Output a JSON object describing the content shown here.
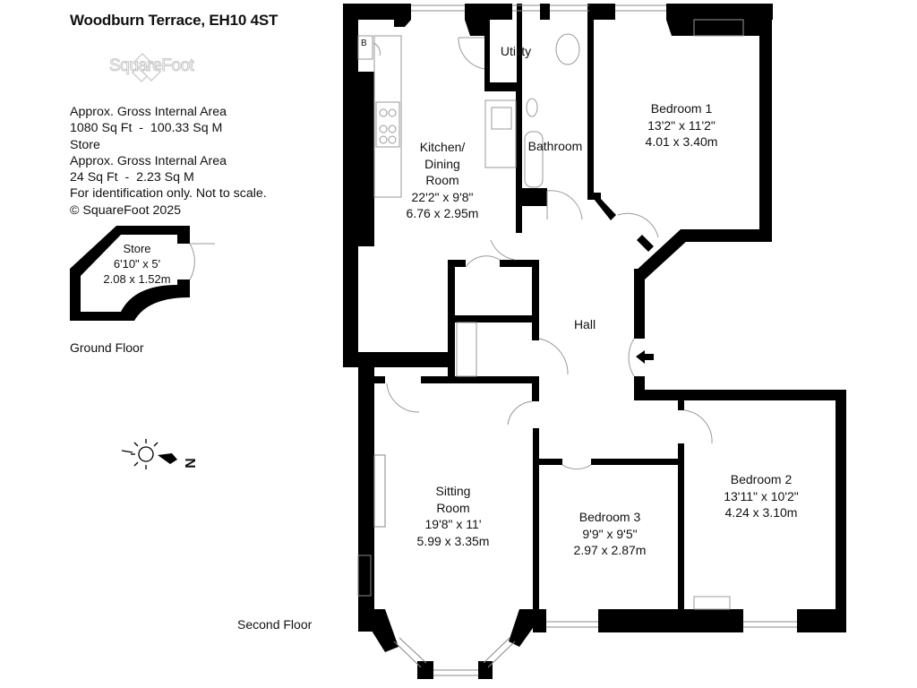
{
  "title": "Woodburn Terrace, EH10 4ST",
  "logo": {
    "text": "SquareFoot"
  },
  "info_lines": [
    "Approx. Gross Internal Area",
    "1080 Sq Ft  -  100.33 Sq M",
    "Store",
    "Approx. Gross Internal Area",
    "24 Sq Ft  -  2.23 Sq M",
    "For identification only. Not to scale.",
    "© SquareFoot 2025"
  ],
  "floors": {
    "ground": "Ground Floor",
    "second": "Second Floor"
  },
  "compass": {
    "north": "N"
  },
  "boiler": "B",
  "rooms": {
    "store": {
      "name": "Store",
      "imperial": "6'10\" x 5'",
      "metric": "2.08 x 1.52m"
    },
    "kitchen": {
      "name1": "Kitchen/",
      "name2": "Dining",
      "name3": "Room",
      "imperial": "22'2\" x 9'8\"",
      "metric": "6.76 x 2.95m"
    },
    "utility": {
      "name": "Utility"
    },
    "bathroom": {
      "name": "Bathroom"
    },
    "bedroom1": {
      "name": "Bedroom 1",
      "imperial": "13'2\" x 11'2\"",
      "metric": "4.01 x 3.40m"
    },
    "hall": {
      "name": "Hall"
    },
    "sitting": {
      "name1": "Sitting",
      "name2": "Room",
      "imperial": "19'8\" x 11'",
      "metric": "5.99 x 3.35m"
    },
    "bedroom3": {
      "name": "Bedroom 3",
      "imperial": "9'9\" x 9'5\"",
      "metric": "2.97 x 2.87m"
    },
    "bedroom2": {
      "name": "Bedroom 2",
      "imperial": "13'11\" x 10'2\"",
      "metric": "4.24 x 3.10m"
    }
  }
}
